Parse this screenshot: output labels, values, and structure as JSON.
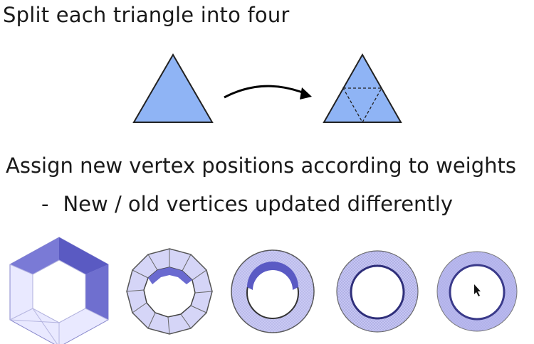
{
  "slide": {
    "heading": "Split each triangle into four",
    "bullet_main": "Assign new vertex positions according to weights",
    "bullet_dash": "-",
    "bullet_sub": "New / old vertices updated differently"
  },
  "colors": {
    "triangle_fill": "#8fb4f5",
    "mesh_light": "#e8e8ff",
    "mesh_mid": "#b9b9f0",
    "mesh_dark": "#7b7bd9",
    "text": "#1a1a1a"
  },
  "illustrations": {
    "left_triangle": "solid-triangle",
    "arrow": "curved-arrow-icon",
    "right_triangle": "subdivided-triangle",
    "mesh_sequence": [
      "cube-mesh",
      "torus-coarse",
      "torus-medium",
      "torus-fine",
      "torus-smooth"
    ]
  }
}
